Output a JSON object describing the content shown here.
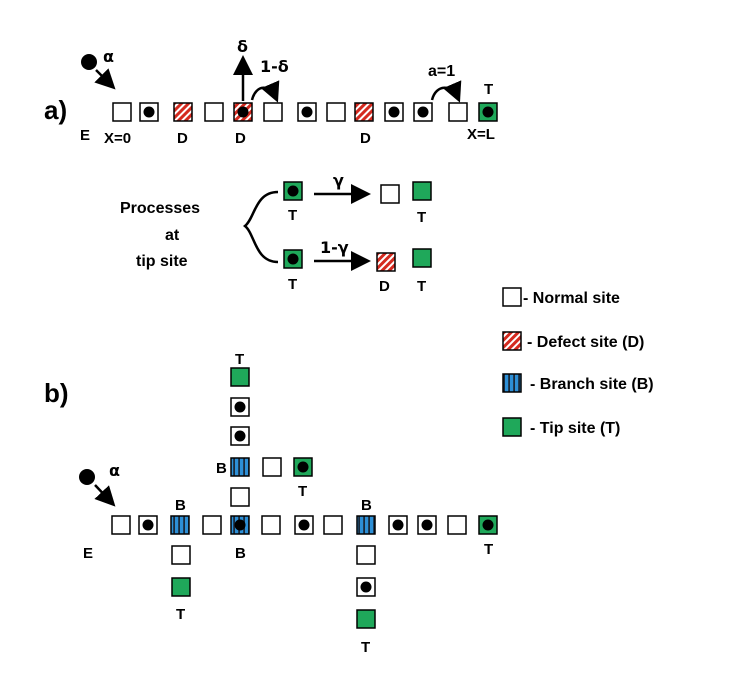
{
  "panel_a": {
    "label": "a)",
    "entry_label": "E",
    "alpha": "α",
    "delta": "δ",
    "one_minus_delta": "1-δ",
    "a_eq_1": "a=1",
    "tip_top_label": "T",
    "x0_label": "X=0",
    "xl_label": "X=L",
    "defect_label": "D",
    "processes_title": [
      "Processes",
      "at",
      "tip site"
    ],
    "gamma": "γ",
    "one_minus_gamma": "1-γ",
    "tip_label": "T"
  },
  "legend": {
    "normal": "- Normal site",
    "defect": "- Defect site (D)",
    "branch": "- Branch site (B)",
    "tip": "- Tip site (T)"
  },
  "panel_b": {
    "label": "b)",
    "entry_label": "E",
    "alpha": "α",
    "branch_label": "B",
    "tip_label": "T"
  },
  "colors": {
    "defect_red": "#d42a1f",
    "branch_blue": "#2d8fd6",
    "tip_green": "#1fa85a"
  }
}
